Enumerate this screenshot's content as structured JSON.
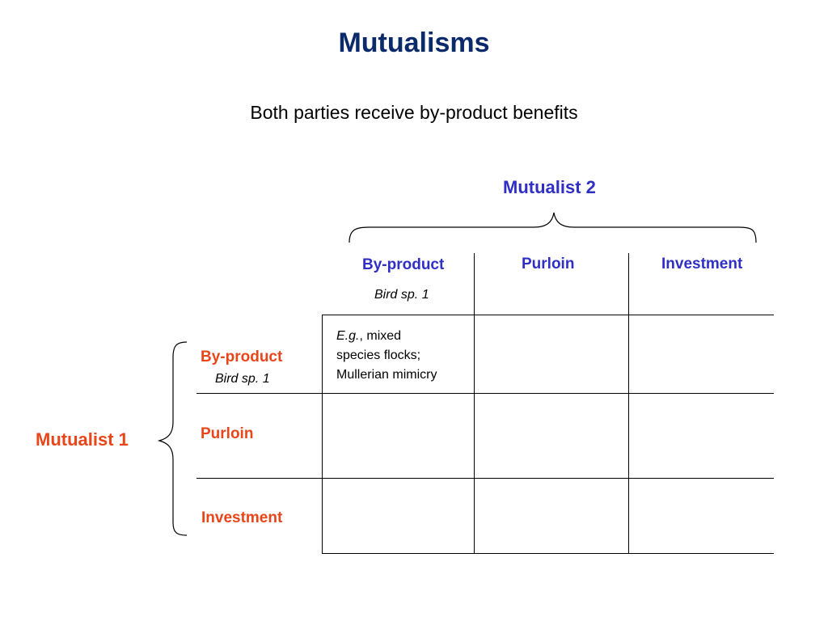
{
  "title": "Mutualisms",
  "subtitle": "Both parties receive by-product benefits",
  "matrix": {
    "mutualist2_label": "Mutualist 2",
    "mutualist1_label": "Mutualist 1",
    "columns": [
      {
        "label": "By-product",
        "sublabel": "Bird sp. 1"
      },
      {
        "label": "Purloin"
      },
      {
        "label": "Investment"
      }
    ],
    "rows": [
      {
        "label": "By-product",
        "sublabel": "Bird sp. 1"
      },
      {
        "label": "Purloin"
      },
      {
        "label": "Investment"
      }
    ],
    "cell_0_0": {
      "lead": "E.g.",
      "text_1": ", mixed",
      "text_2": "species flocks;",
      "text_3": "Mullerian mimicry"
    }
  },
  "colors": {
    "title": "#0b2a6b",
    "mutualist2": "#2f2fc6",
    "mutualist1": "#e8461a"
  }
}
